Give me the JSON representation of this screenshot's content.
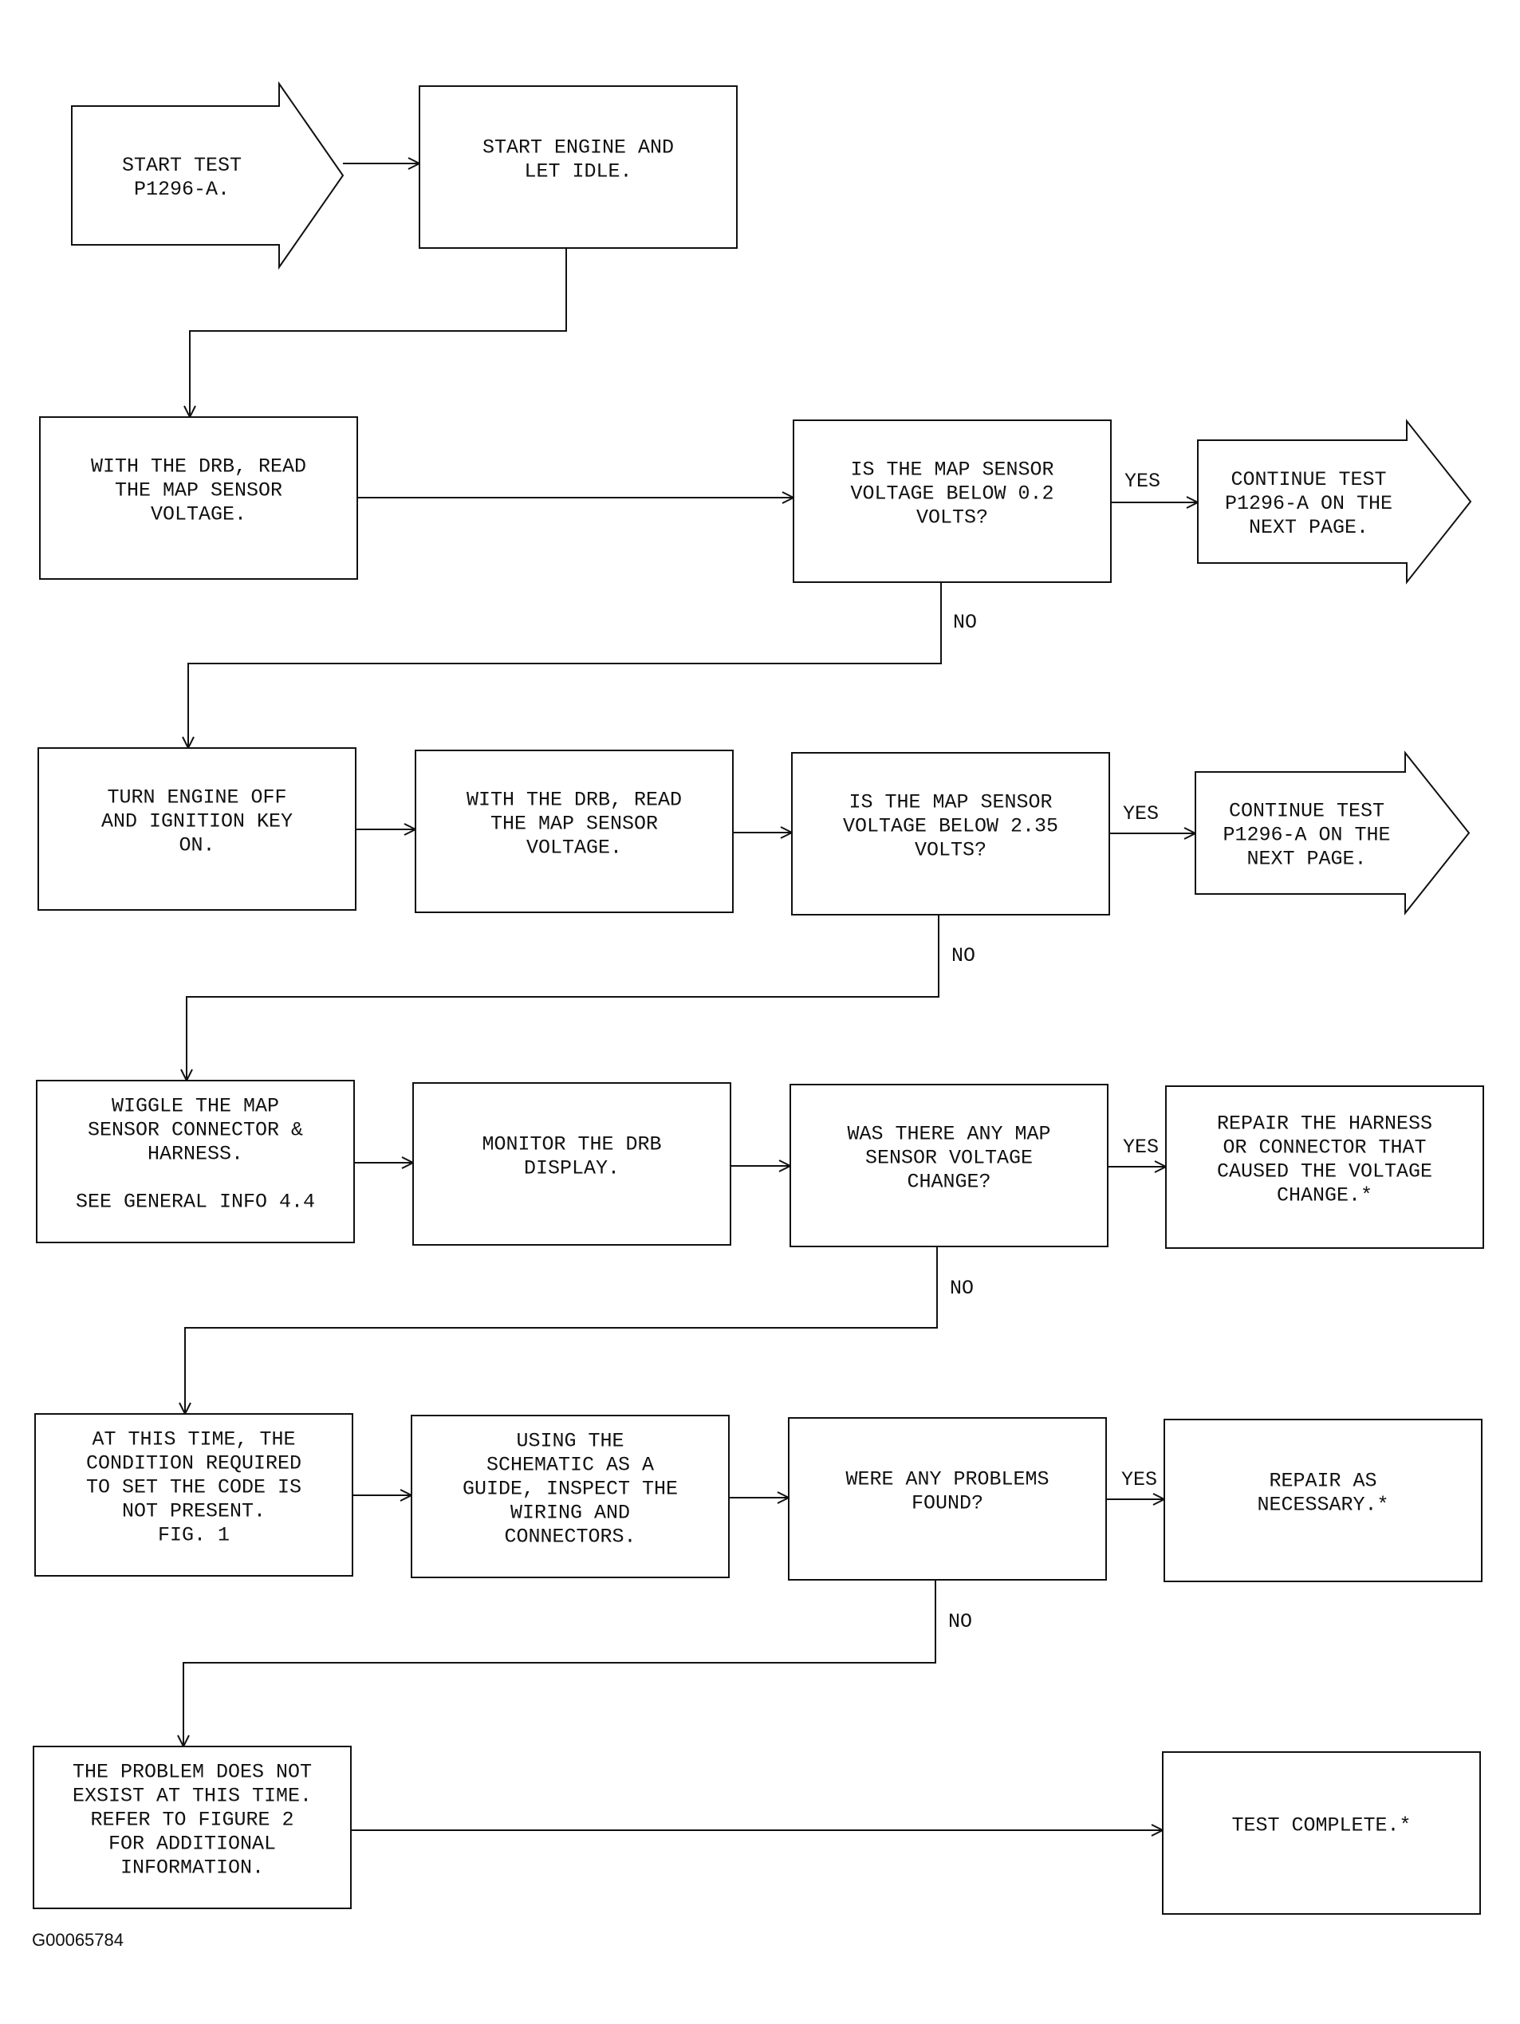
{
  "figure_id": "G00065784",
  "labels": {
    "yes": "YES",
    "no": "NO"
  },
  "nodes": {
    "start": [
      "START TEST",
      "P1296-A."
    ],
    "start_engine": [
      "START ENGINE AND",
      "LET IDLE."
    ],
    "read_map_1": [
      "WITH THE DRB, READ",
      "THE MAP SENSOR",
      "VOLTAGE."
    ],
    "q_below_02": [
      "IS THE MAP SENSOR",
      "VOLTAGE BELOW 0.2",
      "VOLTS?"
    ],
    "continue_1": [
      "CONTINUE TEST",
      "P1296-A ON THE",
      "NEXT PAGE."
    ],
    "key_on": [
      "TURN ENGINE OFF",
      "AND IGNITION KEY",
      "ON."
    ],
    "read_map_2": [
      "WITH THE DRB, READ",
      "THE MAP SENSOR",
      "VOLTAGE."
    ],
    "q_below_235": [
      "IS THE MAP SENSOR",
      "VOLTAGE BELOW 2.35",
      "VOLTS?"
    ],
    "continue_2": [
      "CONTINUE TEST",
      "P1296-A ON THE",
      "NEXT PAGE."
    ],
    "wiggle": [
      "WIGGLE THE MAP",
      "SENSOR CONNECTOR &",
      "HARNESS.",
      "",
      "SEE GENERAL INFO 4.4"
    ],
    "monitor": [
      "MONITOR THE DRB",
      "DISPLAY."
    ],
    "q_change": [
      "WAS THERE ANY MAP",
      "SENSOR VOLTAGE",
      "CHANGE?"
    ],
    "repair_harness": [
      "REPAIR THE HARNESS",
      "OR CONNECTOR THAT",
      "CAUSED THE VOLTAGE",
      "CHANGE.*"
    ],
    "not_present": [
      "AT THIS TIME, THE",
      "CONDITION REQUIRED",
      "TO SET THE CODE IS",
      "NOT PRESENT.",
      "FIG. 1"
    ],
    "inspect": [
      "USING THE",
      "SCHEMATIC AS A",
      "GUIDE, INSPECT THE",
      "WIRING AND",
      "CONNECTORS."
    ],
    "q_problems": [
      "WERE ANY PROBLEMS",
      "FOUND?"
    ],
    "repair_necessary": [
      "REPAIR AS",
      "NECESSARY.*"
    ],
    "not_exist": [
      "THE PROBLEM DOES NOT",
      "EXSIST AT THIS TIME.",
      "REFER TO FIGURE 2",
      "FOR ADDITIONAL",
      "INFORMATION."
    ],
    "complete": [
      "TEST COMPLETE.*"
    ]
  }
}
